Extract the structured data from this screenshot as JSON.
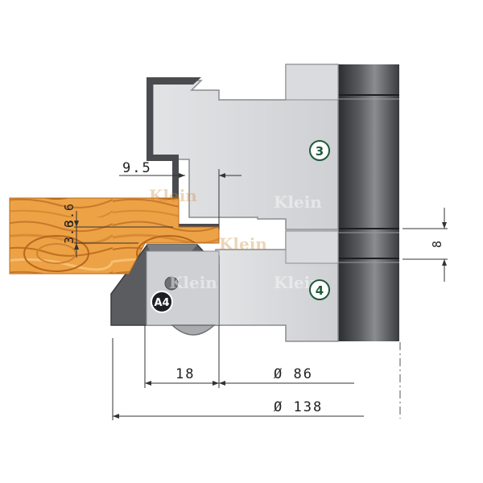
{
  "dimensions": {
    "step_width": "9.5",
    "profile_depth_a": "3.6",
    "profile_depth_b": "3.6",
    "spacing": "8",
    "knife_width": "18",
    "bore_diameter": "Ø 86",
    "outer_diameter": "Ø 138"
  },
  "cutters": {
    "upper_label": "3",
    "lower_label": "4",
    "insert_label": "A4"
  },
  "watermark": "Klein",
  "colors": {
    "cutter_body": "#d9dadc",
    "cutter_outline": "#8a8c90",
    "spindle_dark": "#3c3d40",
    "wood": "#e79a3c",
    "badge": "#1e5a3a",
    "profile_line": "#4a4b4e"
  }
}
